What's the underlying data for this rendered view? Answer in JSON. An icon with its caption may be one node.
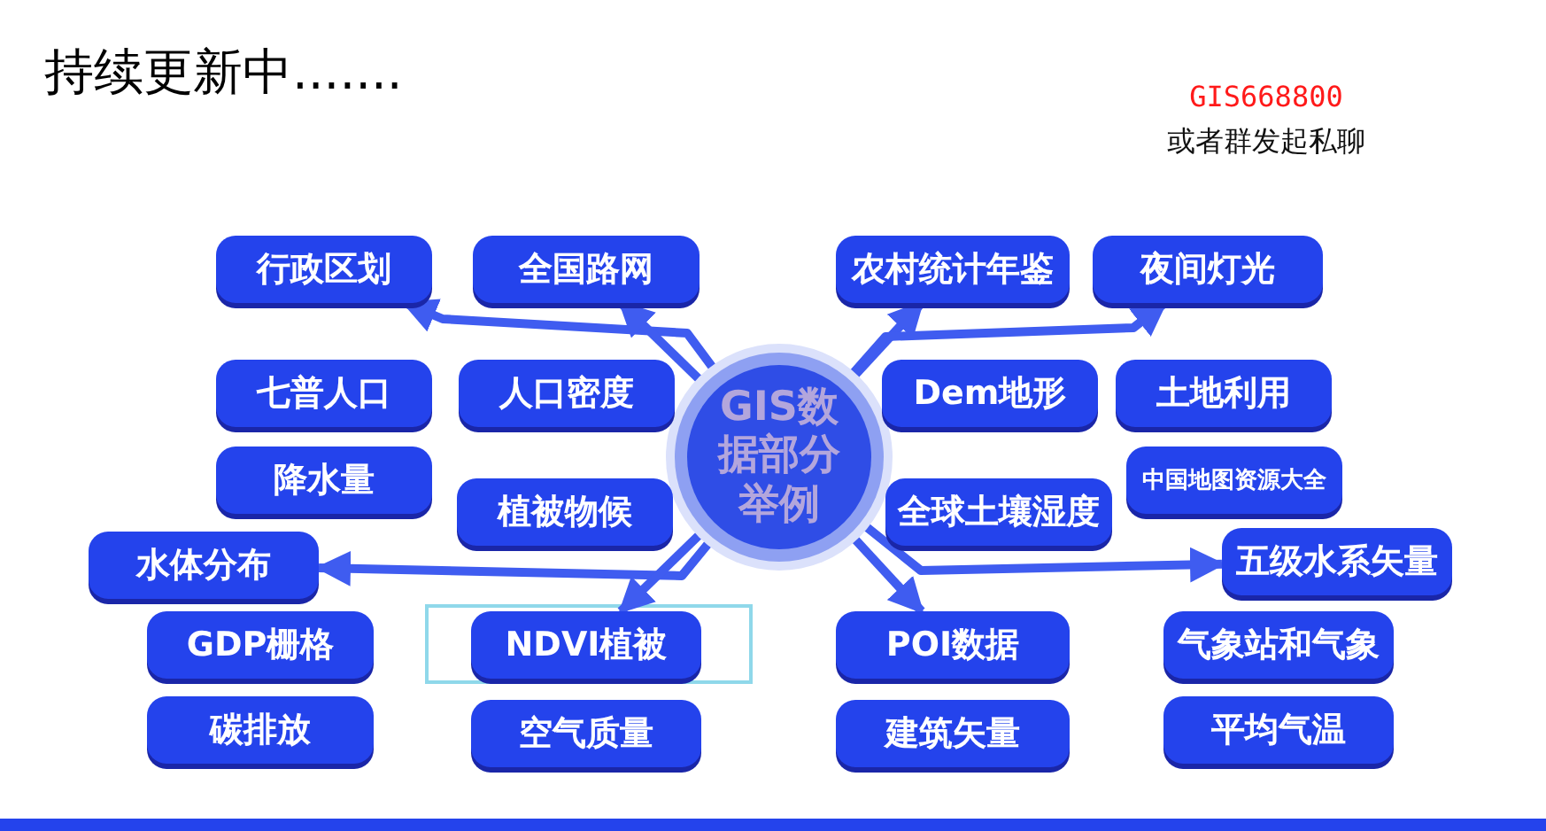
{
  "diagram": {
    "title": "持续更新中.......",
    "nodes": [
      {
        "text": [
          "GIS数据部分举例"
        ]
      },
      {
        "text": [
          "行政区划"
        ]
      },
      {
        "text": [
          "全国路网"
        ]
      },
      {
        "text": [
          "农村统计年鉴"
        ]
      },
      {
        "text": [
          "夜间灯光"
        ]
      },
      {
        "text": [
          "七普人口"
        ]
      },
      {
        "text": [
          "人口密度"
        ]
      },
      {
        "text": [
          "Dem地形"
        ]
      },
      {
        "text": [
          "土地利用"
        ]
      },
      {
        "text": [
          "降水量"
        ]
      },
      {
        "text": [
          "植被物候"
        ]
      },
      {
        "text": [
          "全球土壤湿度"
        ]
      },
      {
        "text": [
          "中国地图资源大全"
        ]
      },
      {
        "text": [
          "水体分布"
        ]
      },
      {
        "text": [
          "五级水系矢量"
        ]
      },
      {
        "text": [
          "GDP栅格"
        ]
      },
      {
        "text": [
          "NDVI植被"
        ]
      },
      {
        "text": [
          "POI数据"
        ]
      },
      {
        "text": [
          "气象站和气象"
        ]
      },
      {
        "text": [
          "碳排放"
        ]
      },
      {
        "text": [
          "空气质量"
        ]
      },
      {
        "text": [
          "建筑矢量"
        ]
      },
      {
        "text": [
          "平均气温"
        ]
      }
    ],
    "edges": [
      {
        "from": 0,
        "to": 1,
        "arrow": "to"
      },
      {
        "from": 0,
        "to": 2,
        "arrow": "to"
      },
      {
        "from": 0,
        "to": 3,
        "arrow": "to"
      },
      {
        "from": 0,
        "to": 4,
        "arrow": "to"
      },
      {
        "from": 0,
        "to": 13,
        "arrow": "to"
      },
      {
        "from": 0,
        "to": 16,
        "arrow": "to"
      },
      {
        "from": 0,
        "to": 17,
        "arrow": "to"
      },
      {
        "from": 0,
        "to": 14,
        "arrow": "to"
      }
    ],
    "labels": [
      "GIS668800",
      "或者群发起私聊"
    ]
  }
}
